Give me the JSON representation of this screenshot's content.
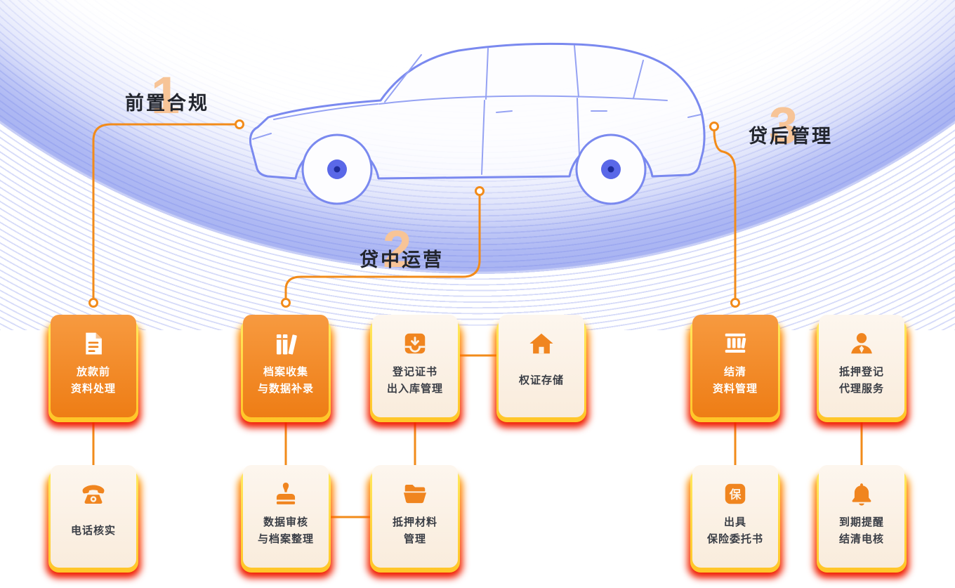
{
  "phases": [
    {
      "number": "1",
      "label": "前置合规"
    },
    {
      "number": "2",
      "label": "贷中运营"
    },
    {
      "number": "3",
      "label": "贷后管理"
    }
  ],
  "cards": [
    {
      "id": "pre-loan-processing",
      "style": "primary",
      "icon": "document-icon",
      "line1": "放款前",
      "line2": "资料处理"
    },
    {
      "id": "phone-verification",
      "style": "light",
      "icon": "phone-icon",
      "line1": "电话核实",
      "line2": ""
    },
    {
      "id": "archive-collection",
      "style": "primary",
      "icon": "books-icon",
      "line1": "档案收集",
      "line2": "与数据补录"
    },
    {
      "id": "certificate-inout",
      "style": "light",
      "icon": "inbox-icon",
      "line1": "登记证书",
      "line2": "出入库管理"
    },
    {
      "id": "warrant-storage",
      "style": "light",
      "icon": "home-icon",
      "line1": "权证存储",
      "line2": ""
    },
    {
      "id": "data-review",
      "style": "light",
      "icon": "stamp-icon",
      "line1": "数据审核",
      "line2": "与档案整理"
    },
    {
      "id": "mortgage-materials",
      "style": "light",
      "icon": "folder-icon",
      "line1": "抵押材料",
      "line2": "管理"
    },
    {
      "id": "settlement-archive",
      "style": "primary",
      "icon": "shelf-icon",
      "line1": "结清",
      "line2": "资料管理"
    },
    {
      "id": "mortgage-agency",
      "style": "light",
      "icon": "agent-icon",
      "line1": "抵押登记",
      "line2": "代理服务"
    },
    {
      "id": "insurance-letter",
      "style": "light",
      "icon": "insurance-icon",
      "line1": "出具",
      "line2": "保险委托书"
    },
    {
      "id": "due-reminder",
      "style": "light",
      "icon": "bell-icon",
      "line1": "到期提醒",
      "line2": "结清电核"
    }
  ],
  "colors": {
    "accent_orange": "#f2881c",
    "flame_red": "#ff3c00",
    "flame_yellow": "#ffd63e",
    "primary_card": "#ee7d15",
    "light_card": "#fbf1e4",
    "line_blue": "#7a89ef",
    "number_peach": "#f7c497"
  }
}
